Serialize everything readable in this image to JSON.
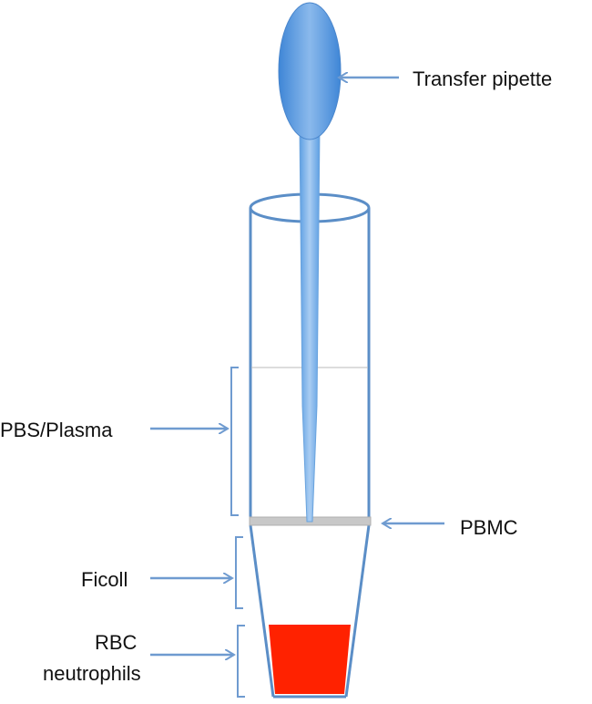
{
  "labels": {
    "pipette": "Transfer pipette",
    "plasma": "PBS/Plasma",
    "pbmc": "PBMC",
    "ficoll": "Ficoll",
    "rbc_line1": "RBC",
    "rbc_line2": "neutrophils"
  },
  "colors": {
    "outline": "#5b8ec7",
    "pipette_fill": "#5c9ee0",
    "pbmc_layer": "#c8c8c8",
    "rbc_layer": "#ff2200",
    "arrow": "#6f9bd0",
    "text": "#111111"
  }
}
